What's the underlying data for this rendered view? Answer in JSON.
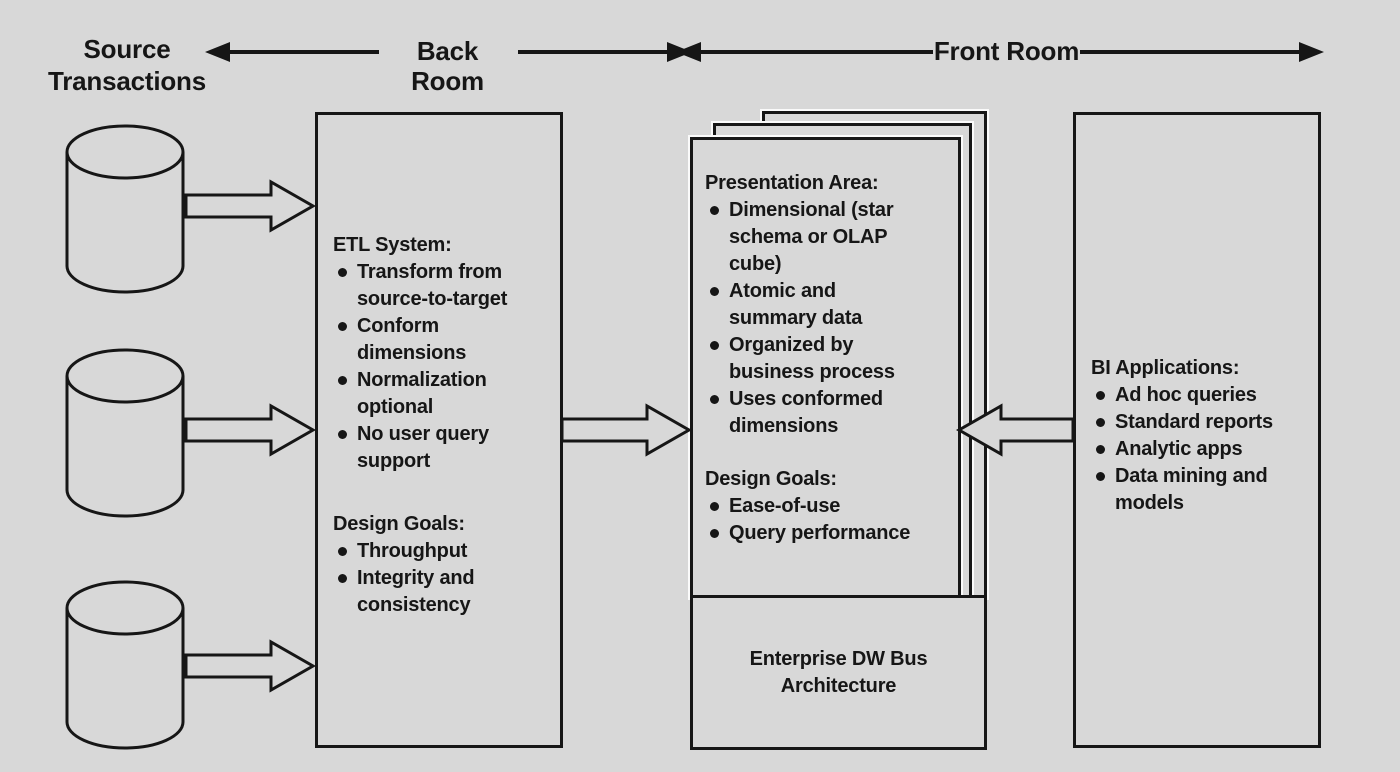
{
  "colors": {
    "background": "#d8d8d8",
    "line": "#161616",
    "text": "#161616",
    "sheet_highlight": "#fafafa"
  },
  "header": {
    "source_label": "Source\nTransactions",
    "back_room_label": "Back Room",
    "front_room_label": "Front Room"
  },
  "etl_box": {
    "title": "ETL System:",
    "bullets": [
      "Transform from\nsource-to-target",
      "Conform\ndimensions",
      "Normalization\noptional",
      "No user query\nsupport"
    ],
    "goals_title": "Design Goals:",
    "goals": [
      "Throughput",
      "Integrity and\nconsistency"
    ]
  },
  "presentation": {
    "title": "Presentation Area:",
    "bullets": [
      "Dimensional (star\nschema or OLAP\ncube)",
      "Atomic and\nsummary data",
      "Organized by\nbusiness process",
      "Uses conformed\ndimensions"
    ],
    "goals_title": "Design Goals:",
    "goals": [
      "Ease-of-use",
      "Query performance"
    ],
    "bus_label": "Enterprise DW Bus\nArchitecture"
  },
  "bi_box": {
    "title": "BI Applications:",
    "bullets": [
      "Ad hoc queries",
      "Standard reports",
      "Analytic apps",
      "Data mining and\nmodels"
    ]
  }
}
